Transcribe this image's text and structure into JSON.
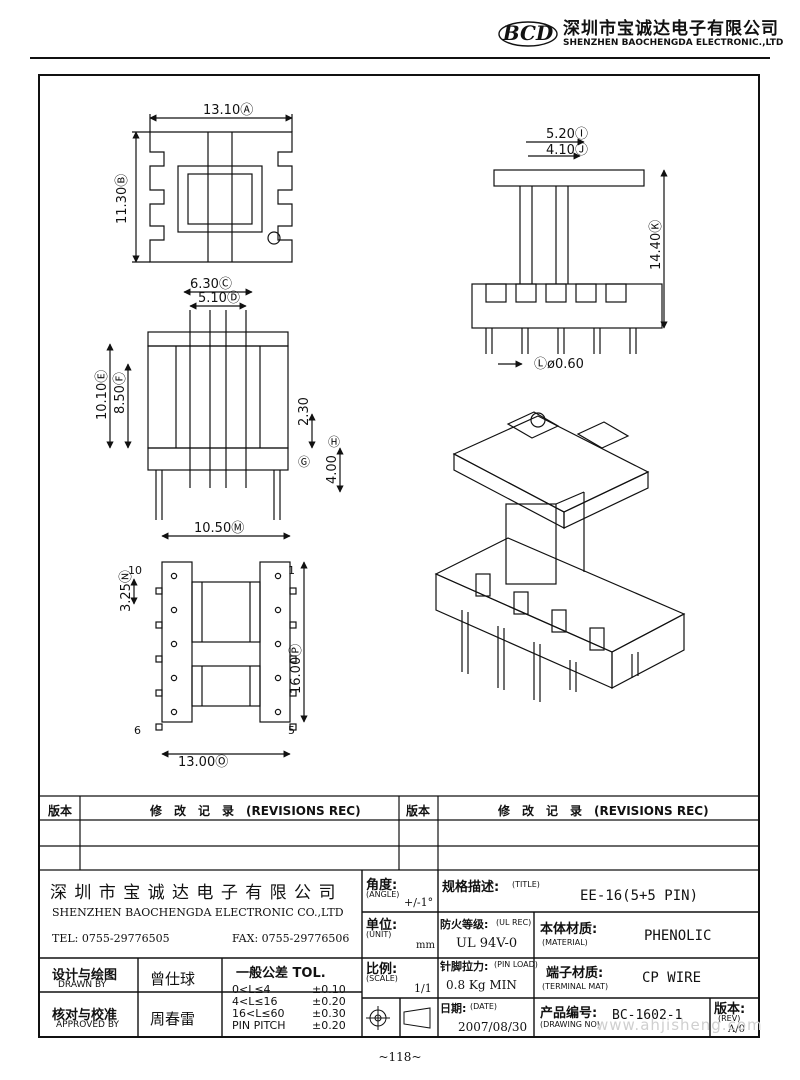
{
  "header": {
    "logo_text": "BCD",
    "company_cn": "深圳市宝诚达电子有限公司",
    "company_en": "SHENZHEN BAOCHENGDA ELECTRONIC.,LTD"
  },
  "dimensions": {
    "a": "13.10Ⓐ",
    "b": "11.30Ⓑ",
    "c": "6.30Ⓒ",
    "d": "5.10Ⓓ",
    "e": "10.10Ⓔ",
    "f": "8.50Ⓕ",
    "h_top": "2.30",
    "h": "Ⓗ",
    "g": "Ⓖ",
    "h_bot": "4.00",
    "i": "5.20Ⓘ",
    "j": "4.10Ⓙ",
    "k": "14.40Ⓚ",
    "l": "Ⓛø0.60",
    "m": "10.50Ⓜ",
    "n": "3.25Ⓝ",
    "p": "16.00Ⓟ",
    "o": "13.00Ⓞ"
  },
  "pins": {
    "p10": "10",
    "p1": "1",
    "p6": "6",
    "p5": "5"
  },
  "revisions": {
    "col_ver": "版本",
    "col_rec": "修　改　记　录　(REVISIONS REC)"
  },
  "title_block": {
    "company_cn": "深 圳 市 宝 诚 达 电 子 有 限 公 司",
    "company_en": "SHENZHEN BAOCHENGDA ELECTRONIC CO.,LTD",
    "tel": "TEL: 0755-29776505",
    "fax": "FAX: 0755-29776506",
    "angle_cn": "角度:",
    "angle_en": "(ANGLE)",
    "angle_val": "+/-1°",
    "unit_cn": "单位:",
    "unit_en": "(UNIT)",
    "unit_val": "mm",
    "scale_cn": "比例:",
    "scale_en": "(SCALE)",
    "scale_val": "1/1",
    "title_cn": "规格描述:",
    "title_en": "(TITLE)",
    "title_val": "EE-16(5+5 PIN)",
    "ul_cn": "防火等级:",
    "ul_en": "(UL REC)",
    "ul_val": "UL 94V-0",
    "mat_cn": "本体材质:",
    "mat_en": "(MATERIAL)",
    "mat_val": "PHENOLIC",
    "pinload_cn": "针脚拉力:",
    "pinload_en": "(PIN LOAD)",
    "pinload_val": "0.8 Kg MIN",
    "term_cn": "端子材质:",
    "term_en": "(TERMINAL MAT)",
    "term_val": "CP WIRE",
    "date_cn": "日期:",
    "date_en": "(DATE)",
    "date_val": "2007/08/30",
    "dwg_cn": "产品编号:",
    "dwg_en": "(DRAWING NO)",
    "dwg_val": "BC-1602-1",
    "rev_cn": "版本:",
    "rev_en": "(REV)",
    "rev_val": "A/0",
    "drawn_cn": "设计与绘图",
    "drawn_en": "DRAWN BY",
    "drawn_val": "曾仕球",
    "appr_cn": "核对与校准",
    "appr_en": "APPROVED BY",
    "appr_val": "周春雷",
    "tol_title": "一般公差 TOL.",
    "tol": [
      {
        "range": "0<L≤4",
        "val": "±0.10"
      },
      {
        "range": "4<L≤16",
        "val": "±0.20"
      },
      {
        "range": "16<L≤60",
        "val": "±0.30"
      },
      {
        "range": "PIN PITCH",
        "val": "±0.20"
      }
    ]
  },
  "footer": {
    "page": "~118~",
    "watermark": "www.ahjisheng.com"
  }
}
